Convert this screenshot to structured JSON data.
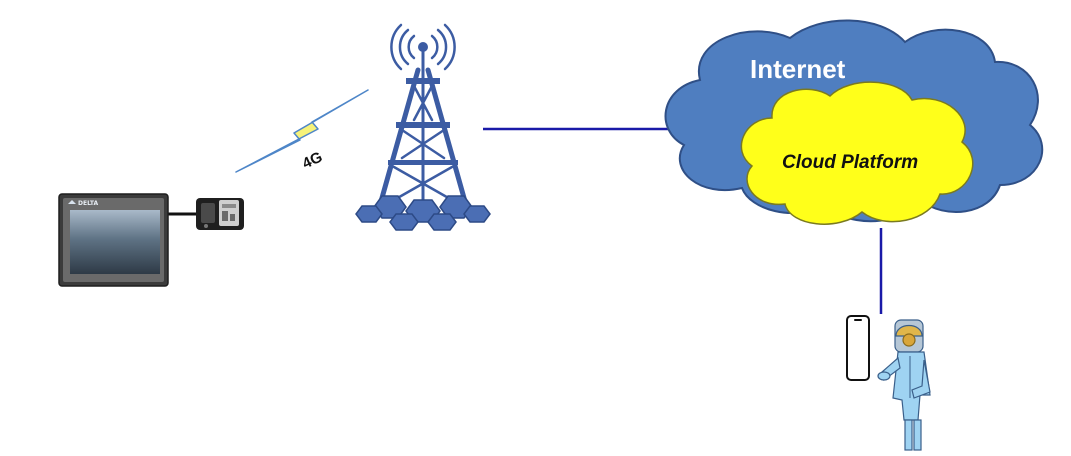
{
  "labels": {
    "internet": "Internet",
    "cloud_platform": "Cloud Platform",
    "signal": "4G",
    "hmi_brand": "DELTA"
  },
  "icons": {
    "hmi": "hmi-touch-panel-icon",
    "modem": "4g-modem-icon",
    "signal": "lightning-bolt-icon",
    "tower": "cell-tower-icon",
    "internet_cloud": "cloud-icon",
    "platform_cloud": "cloud-icon",
    "phone": "smartphone-icon",
    "person": "engineer-person-icon"
  },
  "colors": {
    "link_line": "#1a1aa8",
    "internet_cloud_fill": "#4f7ec0",
    "internet_cloud_stroke": "#2f4f86",
    "platform_cloud_fill": "#ffff1a",
    "platform_cloud_stroke": "#7a7a20",
    "tower": "#3c5ca3",
    "bolt_fill": "#f6f27a",
    "bolt_stroke": "#4e86c8"
  }
}
